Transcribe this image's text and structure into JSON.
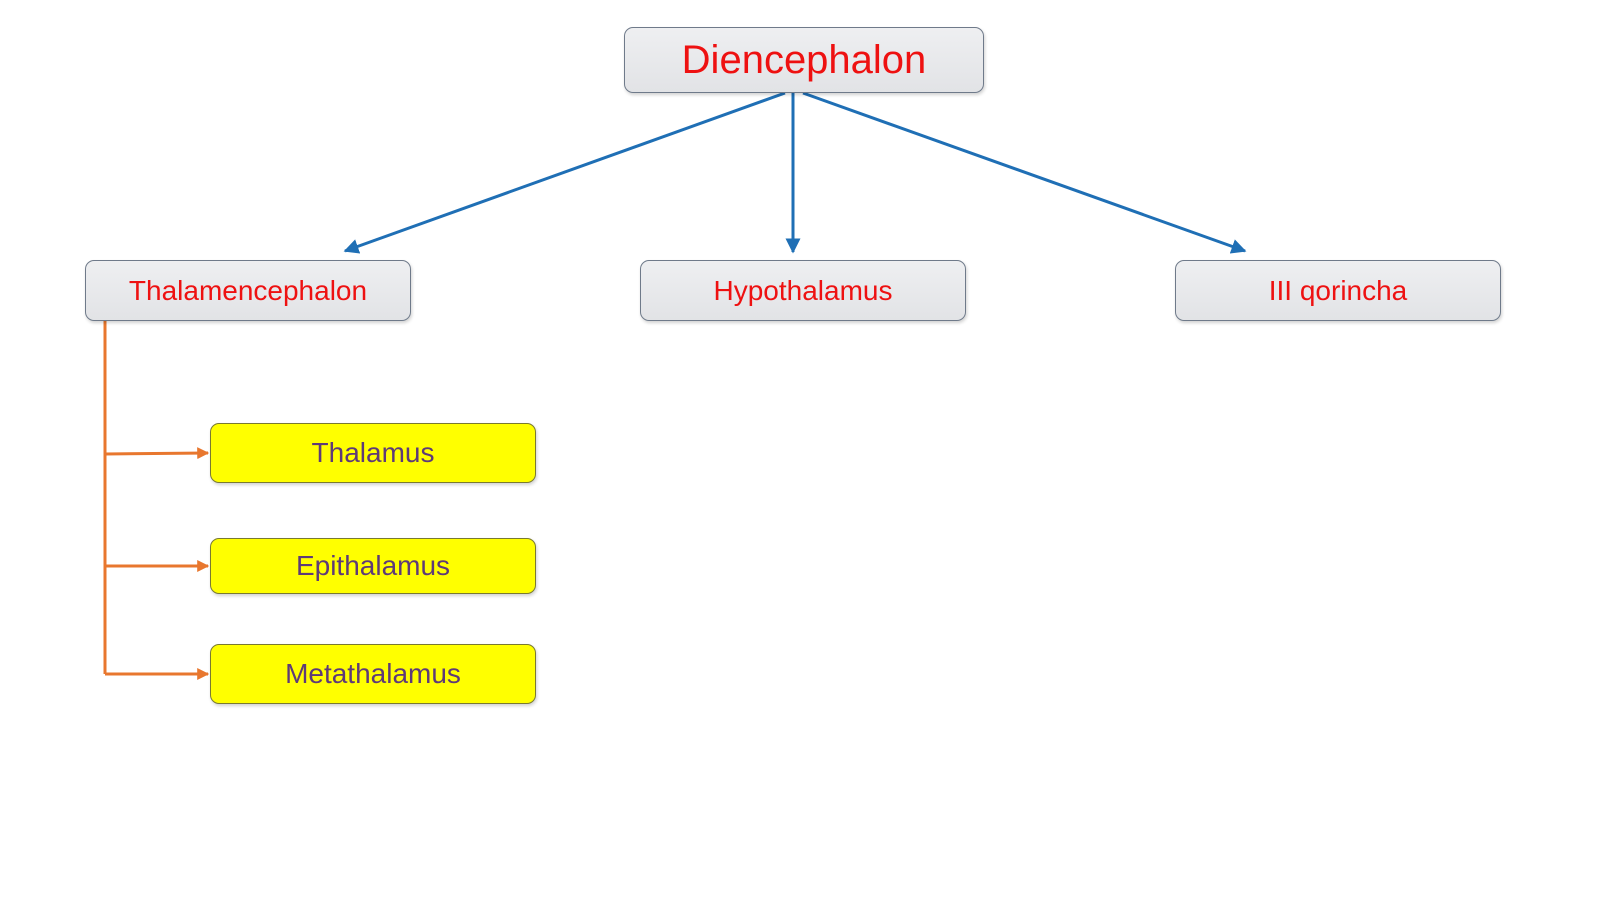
{
  "diagram": {
    "root": {
      "label": "Diencephalon"
    },
    "children": [
      {
        "label": "Thalamencephalon"
      },
      {
        "label": "Hypothalamus"
      },
      {
        "label": "III qorincha"
      }
    ],
    "sub_children": [
      {
        "label": "Thalamus"
      },
      {
        "label": "Epithalamus"
      },
      {
        "label": "Metathalamus"
      }
    ]
  },
  "colors": {
    "node_text_red": "#ee1111",
    "sub_text_purple": "#5e3a78",
    "sub_fill_yellow": "#ffff00",
    "node_fill_grey": "#e6e7ea",
    "arrow_blue": "#1f6fb5",
    "bracket_orange": "#e8772e"
  }
}
